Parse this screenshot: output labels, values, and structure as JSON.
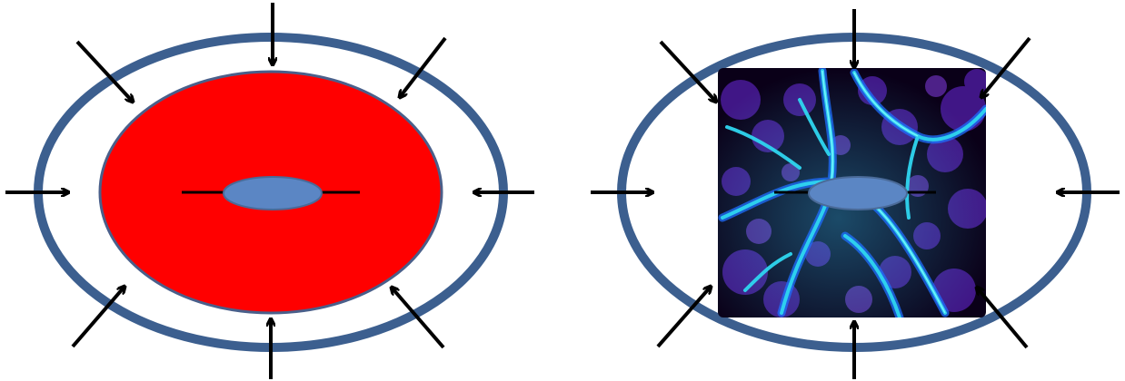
{
  "panels": [
    {
      "id": "left",
      "outer_ring_color": "#3c5f8f",
      "inner_fill_color": "#ff0000",
      "inner_stroke_color": "#4a5f8a",
      "center_ellipse_color": "#5b86c4",
      "center_line_color": "#000000",
      "arrow_color": "#000000",
      "arrow_directions": [
        "top",
        "top-right",
        "right",
        "bottom-right",
        "bottom",
        "bottom-left",
        "left",
        "top-left"
      ]
    },
    {
      "id": "right",
      "outer_ring_color": "#3c5f8f",
      "texture": "cosmic-web-filament-image",
      "texture_background": "#0a0018",
      "filament_colors": [
        "#1e6fff",
        "#2fd6f0",
        "#6a2fb8",
        "#3a1a80"
      ],
      "center_ellipse_color": "#5b86c4",
      "center_line_color": "#000000",
      "arrow_color": "#000000",
      "arrow_directions": [
        "top",
        "top-right",
        "right",
        "bottom-right",
        "bottom",
        "bottom-left",
        "left",
        "top-left"
      ]
    }
  ]
}
